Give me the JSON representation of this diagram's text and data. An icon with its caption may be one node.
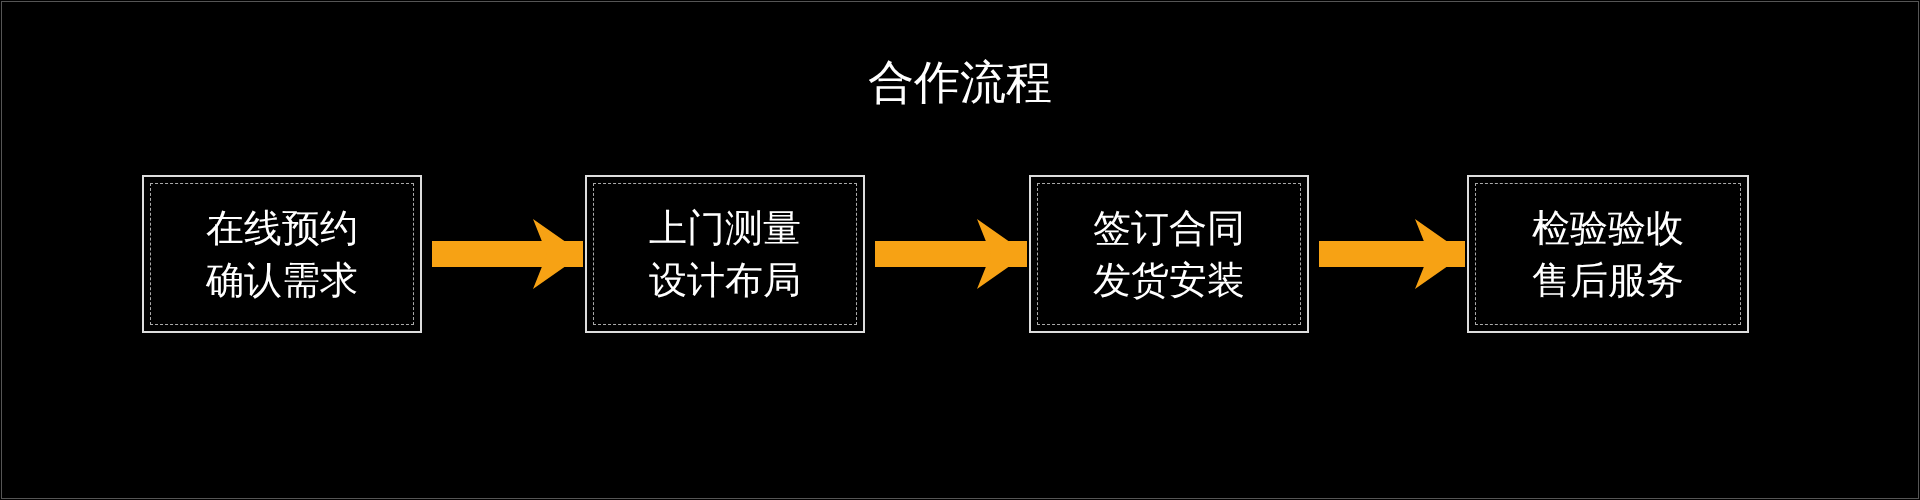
{
  "diagram": {
    "title": "合作流程",
    "nodes": [
      {
        "text": [
          "在线预约确认需求"
        ]
      },
      {
        "text": [
          "上门测量设计布局"
        ]
      },
      {
        "text": [
          "签订合同发货安装"
        ]
      },
      {
        "text": [
          "检验验收售后服务"
        ]
      }
    ],
    "edges": [
      {
        "from": 0,
        "to": 1,
        "arrow": "to"
      },
      {
        "from": 1,
        "to": 2,
        "arrow": "to"
      },
      {
        "from": 2,
        "to": 3,
        "arrow": "to"
      }
    ]
  }
}
